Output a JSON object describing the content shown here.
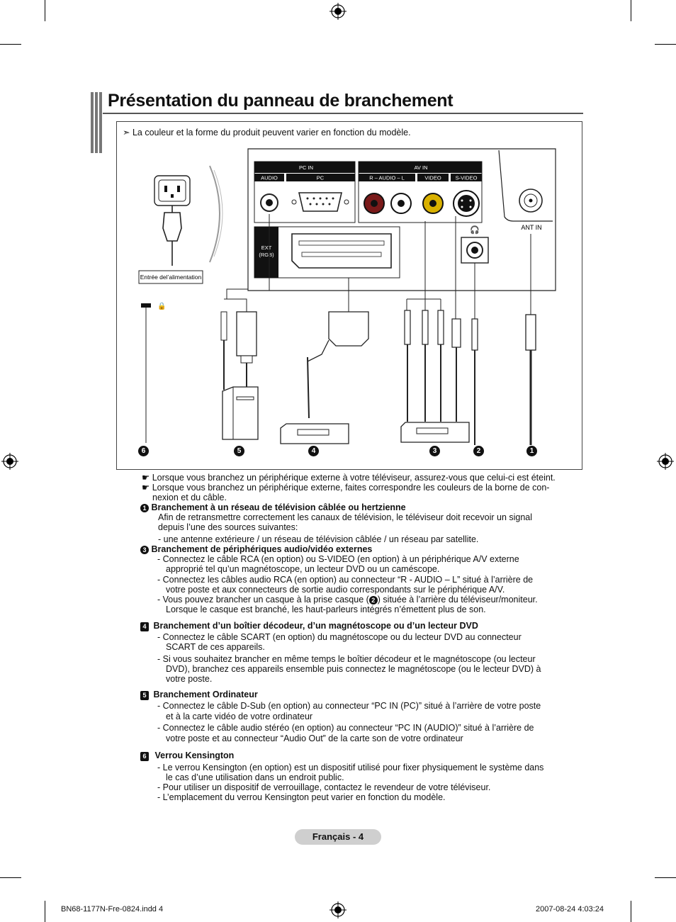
{
  "page": {
    "title": "Présentation du panneau de branchement",
    "note_top": "La couleur et la forme du produit peuvent varier en fonction du modèle.",
    "footer_label": "Français - 4",
    "slug_left": "BN68-1177N-Fre-0824.indd   4",
    "slug_right": "2007-08-24   4:03:24"
  },
  "diagram": {
    "labels": {
      "pc_in": "PC IN",
      "audio": "AUDIO",
      "pc": "PC",
      "av_in": "AV IN",
      "r_audio_l": "R – AUDIO – L",
      "video": "VIDEO",
      "s_video": "S-VIDEO",
      "ext_rgb_1": "EXT",
      "ext_rgb_2": "(RGB)",
      "ant_in": "ANT IN",
      "power_input": "Entrée del’alimentation"
    },
    "badges": [
      "6",
      "5",
      "4",
      "3",
      "2",
      "1"
    ]
  },
  "notes": [
    "Lorsque vous branchez un périphérique externe à votre téléviseur, assurez-vous que celui-ci est éteint.",
    "Lorsque vous branchez un périphérique externe, faites correspondre les couleurs de la borne de con-",
    "nexion et du câble."
  ],
  "sections": [
    {
      "number": "1",
      "heading": "Branchement à un réseau de télévision câblée ou hertzienne",
      "lines": [
        "Afin de retransmettre correctement les canaux de télévision, le téléviseur doit recevoir un signal",
        "depuis l’une des sources suivantes:",
        "- une antenne extérieure / un réseau de télévision câblée / un réseau par satellite."
      ]
    },
    {
      "number": "3",
      "heading": "Branchement de périphériques audio/vidéo externes",
      "lines": [
        "-  Connectez le câble RCA (en option) ou S-VIDEO (en option) à un périphérique A/V externe",
        "appropri­é tel qu’un magnétoscope, un lecteur DVD ou un caméscope.",
        "-  Connectez les câbles audio RCA (en option) au connecteur “R - AUDIO – L” situé à l’arrière de",
        "votre poste et aux connecteurs de sortie audio correspondants sur le périphérique A/V.",
        "-  Vous pouvez brancher un casque à la prise casque (",
        ") située à l’arrière du téléviseur/moniteur.",
        "Lorsque le casque est branché, les haut-parleurs intégrés n’émettent plus de son."
      ],
      "inline_badge": "2"
    },
    {
      "number": "4",
      "heading": "Branchement d’un boîtier décodeur, d’un magnétoscope ou d’un lecteur DVD",
      "lines": [
        "-  Connectez le câble SCART (en option) du magnétoscope ou du lecteur DVD au connecteur",
        "SCART de ces appareils.",
        "-  Si vous souhaitez brancher en même temps le boîtier décodeur et le magnétoscope (ou lecteur",
        "DVD), branchez ces appareils ensemble puis connectez le magnétoscope (ou le lecteur DVD) à",
        "votre poste."
      ]
    },
    {
      "number": "5",
      "heading": "Branchement Ordinateur",
      "lines": [
        "-  Connectez le câble D-Sub (en option) au connecteur “PC IN (PC)” situé à l’arrière de votre poste",
        "et à la carte vidéo de votre ordinateur",
        "-  Connectez le câble audio stéréo (en option) au connecteur “PC IN (AUDIO)” situé à l’arrière de",
        "votre poste et au connecteur “Audio Out” de la carte son de votre ordinateur"
      ]
    },
    {
      "number": "6",
      "heading": "Verrou Kensington",
      "lines": [
        "-  Le verrou Kensington (en option) est un dispositif utilisé pour fixer physiquement le système dans",
        "le cas d’une utilisation dans un endroit public.",
        "-  Pour utiliser un dispositif de verrouillage, contactez le revendeur de votre téléviseur.",
        "-  L’emplacement du verrou Kensington peut varier en fonction du modèle."
      ]
    }
  ]
}
